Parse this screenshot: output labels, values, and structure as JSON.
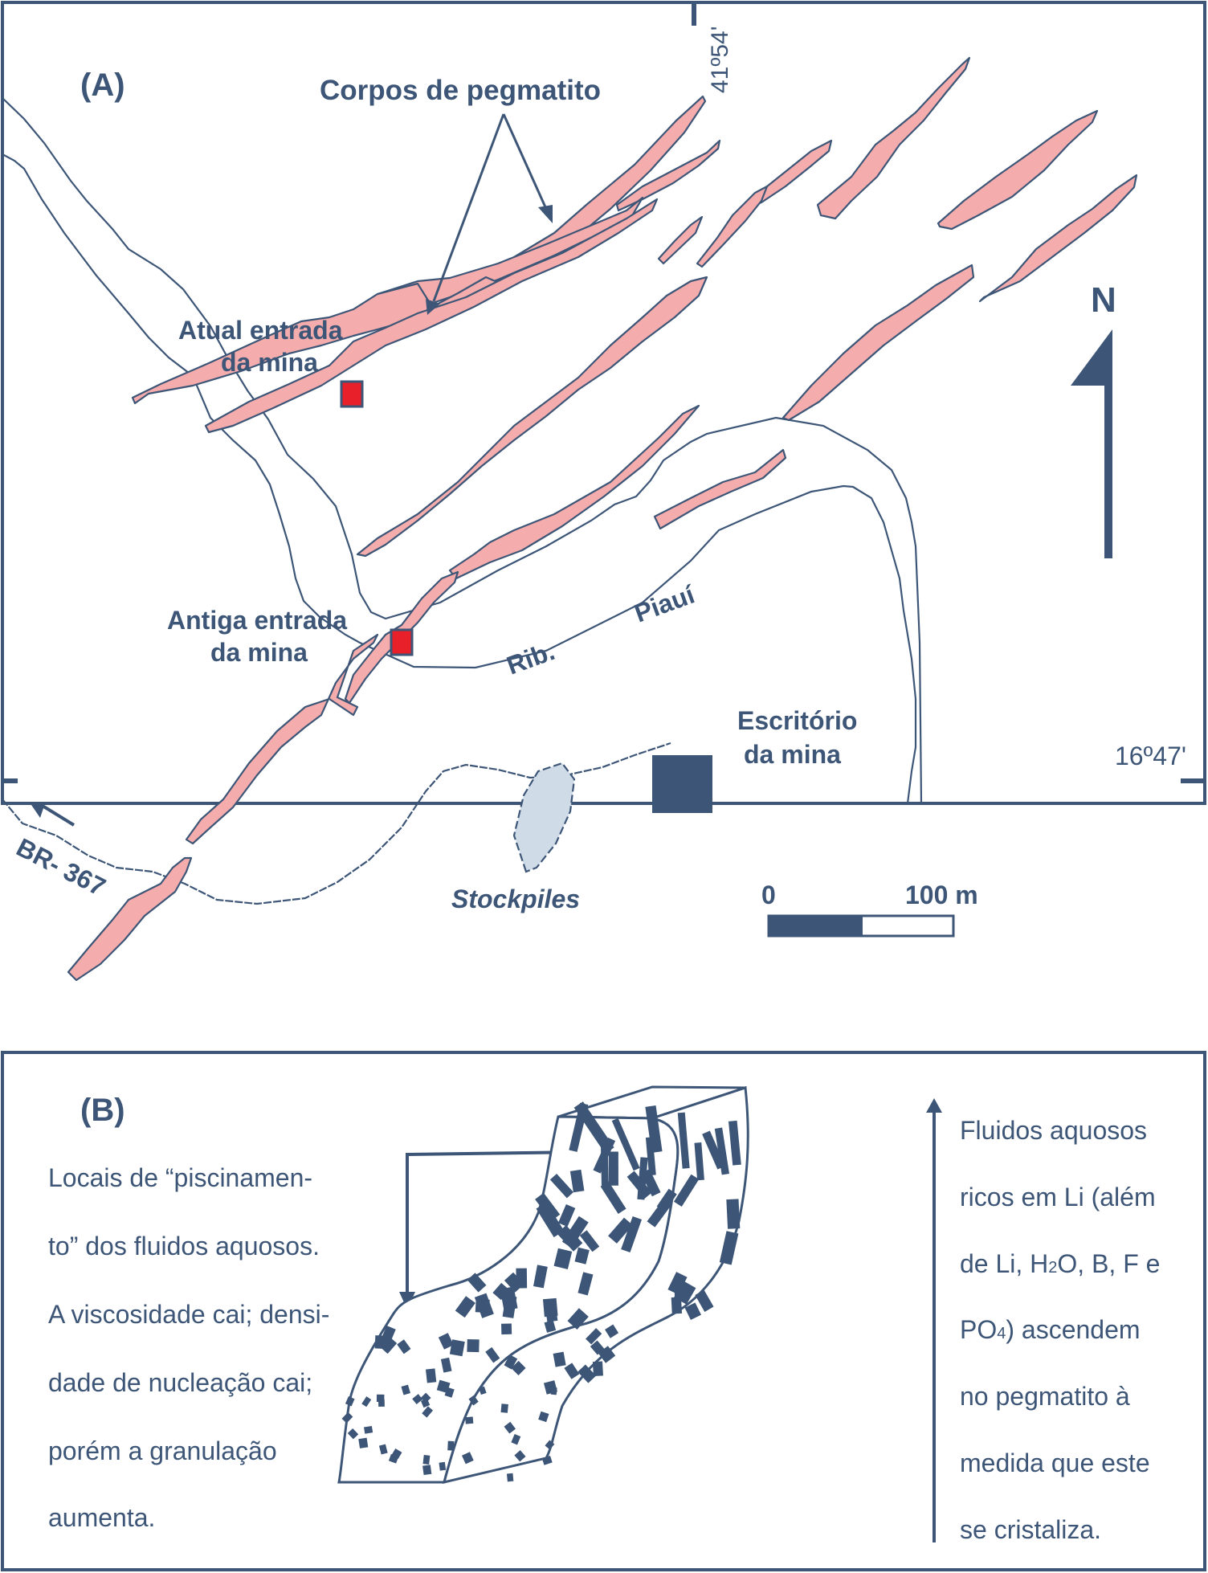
{
  "colors": {
    "ink": "#3D5677",
    "pegmatite_fill": "#F4ACAC",
    "mine_entrance_fill": "#E8202A",
    "stockpile_fill": "#D0DBE8",
    "background": "#FFFFFF"
  },
  "panel_a": {
    "label": "(A)",
    "pegmatite_label": "Corpos de pegmatito",
    "current_entrance_line1": "Atual entrada",
    "current_entrance_line2": "da mina",
    "old_entrance_line1": "Antiga entrada",
    "old_entrance_line2": "da mina",
    "river_word1": "Rib.",
    "river_word2": "Piauí",
    "office_line1": "Escritório",
    "office_line2": "da mina",
    "stockpiles": "Stockpiles",
    "road": "BR- 367",
    "longitude": "41º54'",
    "latitude": "16º47'",
    "north": "N",
    "scale_start": "0",
    "scale_end": "100 m"
  },
  "panel_b": {
    "label": "(B)",
    "left_text": [
      "Locais de “piscinamen-",
      "to” dos fluidos aquosos.",
      "A viscosidade cai; densi-",
      "dade de nucleação cai;",
      "porém a granulação",
      "aumenta."
    ],
    "right_text": {
      "line1": "Fluidos aquosos",
      "line2": "ricos  em Li (além",
      "line3_pre": "de Li, H",
      "line3_sub": "2",
      "line3_post": "O, B, F e",
      "line4_pre": "PO",
      "line4_sub": "4",
      "line4_post": ") ascendem",
      "line5": "no pegmatito à",
      "line6": "medida que este",
      "line7": "se cristaliza."
    }
  }
}
